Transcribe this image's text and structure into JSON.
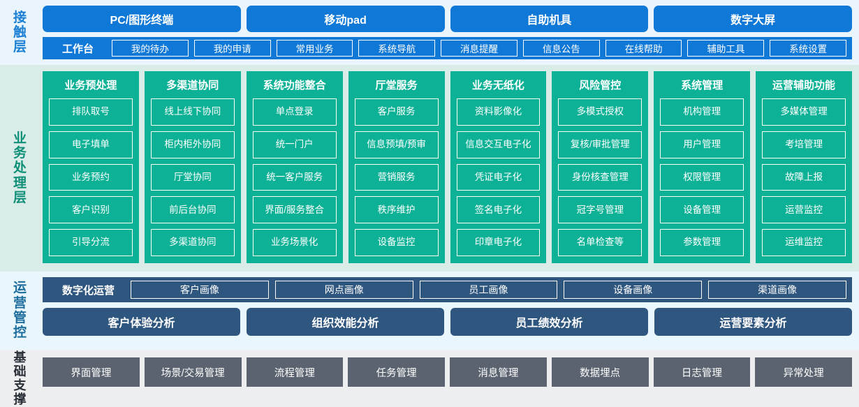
{
  "colors": {
    "contact_bg": "#e9f4fc",
    "contact_accent": "#1078d7",
    "business_bg": "#d9ece7",
    "business_accent": "#0db196",
    "ops_bg": "#e9f6fb",
    "ops_accent": "#2f567f",
    "foundation_bg": "#edeef0",
    "foundation_accent": "#5a636f"
  },
  "contact_layer": {
    "label": "接触层",
    "channels": [
      {
        "label": "PC/图形终端"
      },
      {
        "label": "移动pad"
      },
      {
        "label": "自助机具"
      },
      {
        "label": "数字大屏"
      }
    ],
    "workbench_title": "工作台",
    "workbench_items": [
      {
        "label": "我的待办"
      },
      {
        "label": "我的申请"
      },
      {
        "label": "常用业务"
      },
      {
        "label": "系统导航"
      },
      {
        "label": "消息提醒"
      },
      {
        "label": "信息公告"
      },
      {
        "label": "在线帮助"
      },
      {
        "label": "辅助工具"
      },
      {
        "label": "系统设置"
      }
    ]
  },
  "business_layer": {
    "label": "业务处理层",
    "columns": [
      {
        "title": "业务预处理",
        "items": [
          {
            "label": "排队取号"
          },
          {
            "label": "电子填单"
          },
          {
            "label": "业务预约"
          },
          {
            "label": "客户识别"
          },
          {
            "label": "引导分流"
          }
        ]
      },
      {
        "title": "多渠道协同",
        "items": [
          {
            "label": "线上线下协同"
          },
          {
            "label": "柜内柜外协同"
          },
          {
            "label": "厅堂协同"
          },
          {
            "label": "前后台协同"
          },
          {
            "label": "多渠道协同"
          }
        ]
      },
      {
        "title": "系统功能整合",
        "items": [
          {
            "label": "单点登录"
          },
          {
            "label": "统一门户"
          },
          {
            "label": "统一客户服务"
          },
          {
            "label": "界面/服务整合"
          },
          {
            "label": "业务场景化"
          }
        ]
      },
      {
        "title": "厅堂服务",
        "items": [
          {
            "label": "客户服务"
          },
          {
            "label": "信息预填/预审"
          },
          {
            "label": "营销服务"
          },
          {
            "label": "秩序维护"
          },
          {
            "label": "设备监控"
          }
        ]
      },
      {
        "title": "业务无纸化",
        "items": [
          {
            "label": "资料影像化"
          },
          {
            "label": "信息交互电子化"
          },
          {
            "label": "凭证电子化"
          },
          {
            "label": "签名电子化"
          },
          {
            "label": "印章电子化"
          }
        ]
      },
      {
        "title": "风险管控",
        "items": [
          {
            "label": "多模式授权"
          },
          {
            "label": "复核/审批管理"
          },
          {
            "label": "身份核查管理"
          },
          {
            "label": "冠字号管理"
          },
          {
            "label": "名单检查等"
          }
        ]
      },
      {
        "title": "系统管理",
        "items": [
          {
            "label": "机构管理"
          },
          {
            "label": "用户管理"
          },
          {
            "label": "权限管理"
          },
          {
            "label": "设备管理"
          },
          {
            "label": "参数管理"
          }
        ]
      },
      {
        "title": "运营辅助功能",
        "items": [
          {
            "label": "多媒体管理"
          },
          {
            "label": "考培管理"
          },
          {
            "label": "故障上报"
          },
          {
            "label": "运营监控"
          },
          {
            "label": "运维监控"
          }
        ]
      }
    ]
  },
  "ops_layer": {
    "label": "运营管控",
    "digital_title": "数字化运营",
    "portraits": [
      {
        "label": "客户画像"
      },
      {
        "label": "网点画像"
      },
      {
        "label": "员工画像"
      },
      {
        "label": "设备画像"
      },
      {
        "label": "渠道画像"
      }
    ],
    "analyses": [
      {
        "label": "客户体验分析"
      },
      {
        "label": "组织效能分析"
      },
      {
        "label": "员工绩效分析"
      },
      {
        "label": "运营要素分析"
      }
    ]
  },
  "foundation_layer": {
    "label": "基础支撑",
    "items": [
      {
        "label": "界面管理"
      },
      {
        "label": "场景/交易管理"
      },
      {
        "label": "流程管理"
      },
      {
        "label": "任务管理"
      },
      {
        "label": "消息管理"
      },
      {
        "label": "数据埋点"
      },
      {
        "label": "日志管理"
      },
      {
        "label": "异常处理"
      }
    ]
  }
}
